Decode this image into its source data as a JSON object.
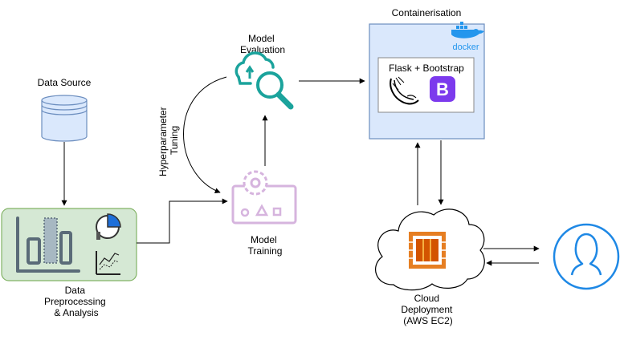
{
  "labels": {
    "data_source": "Data Source",
    "preprocessing": [
      "Data",
      "Preprocessing",
      "& Analysis"
    ],
    "model_evaluation": [
      "Model",
      "Evaluation"
    ],
    "model_training": [
      "Model",
      "Training"
    ],
    "hyperparameter_tuning": [
      "Hyperparameter",
      "Tuning"
    ],
    "containerisation": "Containerisation",
    "flask_bootstrap": "Flask + Bootstrap",
    "cloud_deployment": [
      "Cloud",
      "Deployment",
      "(AWS EC2)"
    ],
    "docker_logo_text": "docker",
    "bootstrap_logo_letter": "B"
  },
  "colors": {
    "db_fill": "#dae8fc",
    "db_stroke": "#6c8ebf",
    "preproc_fill": "#d5e8d4",
    "preproc_stroke": "#82b366",
    "container_fill": "#dae8fc",
    "container_stroke": "#6c8ebf",
    "eval_icon": "#1ba39c",
    "training_icon": "#d6b4de",
    "bootstrap": "#7c3aed",
    "aws_orange": "#e67e22",
    "user_icon": "#1e88e5",
    "docker_blue": "#2496ed",
    "edge": "#000000"
  }
}
